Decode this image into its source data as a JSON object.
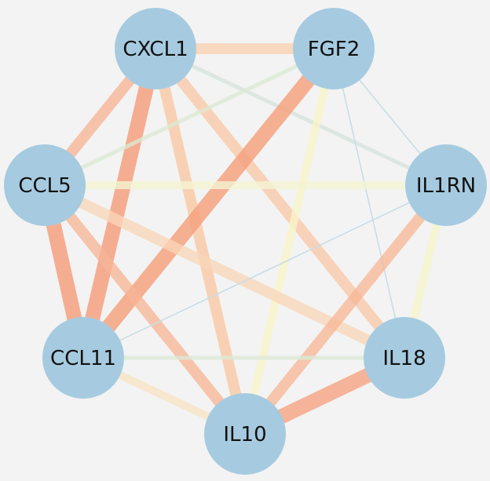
{
  "nodes": [
    {
      "id": "CXCL1",
      "label": "CXCL1"
    },
    {
      "id": "FGF2",
      "label": "FGF2"
    },
    {
      "id": "CCL5",
      "label": "CCL5"
    },
    {
      "id": "IL1RN",
      "label": "IL1RN"
    },
    {
      "id": "CCL11",
      "label": "CCL11"
    },
    {
      "id": "IL18",
      "label": "IL18"
    },
    {
      "id": "IL10",
      "label": "IL10"
    }
  ],
  "edges": [
    {
      "source": "CXCL1",
      "target": "FGF2",
      "color": "#f8d1b0",
      "weight": "strong"
    },
    {
      "source": "CXCL1",
      "target": "CCL5",
      "color": "#f7b395",
      "weight": "strong"
    },
    {
      "source": "CXCL1",
      "target": "CCL11",
      "color": "#f5a07f",
      "weight": "strongest"
    },
    {
      "source": "CXCL1",
      "target": "IL10",
      "color": "#f8c7a2",
      "weight": "strong"
    },
    {
      "source": "CXCL1",
      "target": "IL18",
      "color": "#f8c8a6",
      "weight": "strong"
    },
    {
      "source": "CXCL1",
      "target": "IL1RN",
      "color": "#d6e4dc",
      "weight": "thin"
    },
    {
      "source": "FGF2",
      "target": "CCL5",
      "color": "#dce8d2",
      "weight": "thin"
    },
    {
      "source": "FGF2",
      "target": "CCL11",
      "color": "#f5a27f",
      "weight": "strongest"
    },
    {
      "source": "FGF2",
      "target": "IL10",
      "color": "#f7f4c8",
      "weight": "medium"
    },
    {
      "source": "FGF2",
      "target": "IL18",
      "color": "#c9dde6",
      "weight": "hair"
    },
    {
      "source": "FGF2",
      "target": "IL1RN",
      "color": "#c9dde6",
      "weight": "hair"
    },
    {
      "source": "CCL5",
      "target": "IL1RN",
      "color": "#f4f4d2",
      "weight": "medium"
    },
    {
      "source": "CCL5",
      "target": "CCL11",
      "color": "#f4a080",
      "weight": "strongest"
    },
    {
      "source": "CCL5",
      "target": "IL10",
      "color": "#f6b596",
      "weight": "strong"
    },
    {
      "source": "CCL5",
      "target": "IL18",
      "color": "#f8d6b8",
      "weight": "strong"
    },
    {
      "source": "IL1RN",
      "target": "CCL11",
      "color": "#c9dde6",
      "weight": "hair"
    },
    {
      "source": "IL1RN",
      "target": "IL18",
      "color": "#f5f4ca",
      "weight": "medium"
    },
    {
      "source": "IL1RN",
      "target": "IL10",
      "color": "#f6b796",
      "weight": "strong"
    },
    {
      "source": "CCL11",
      "target": "IL18",
      "color": "#dce8d6",
      "weight": "thin"
    },
    {
      "source": "CCL11",
      "target": "IL10",
      "color": "#f8e4c4",
      "weight": "medium"
    },
    {
      "source": "IL18",
      "target": "IL10",
      "color": "#f5a788",
      "weight": "strongest"
    }
  ],
  "node_color": "#a6cbe0"
}
